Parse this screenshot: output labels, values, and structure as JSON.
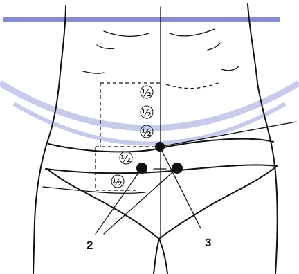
{
  "figure": {
    "markers": [
      "½",
      "½",
      "½",
      "½",
      "½"
    ],
    "labels": {
      "two": "2",
      "three": "3"
    },
    "colors": {
      "watermark": "#6f78c7",
      "ink": "#111111",
      "background": "#ffffff"
    }
  }
}
